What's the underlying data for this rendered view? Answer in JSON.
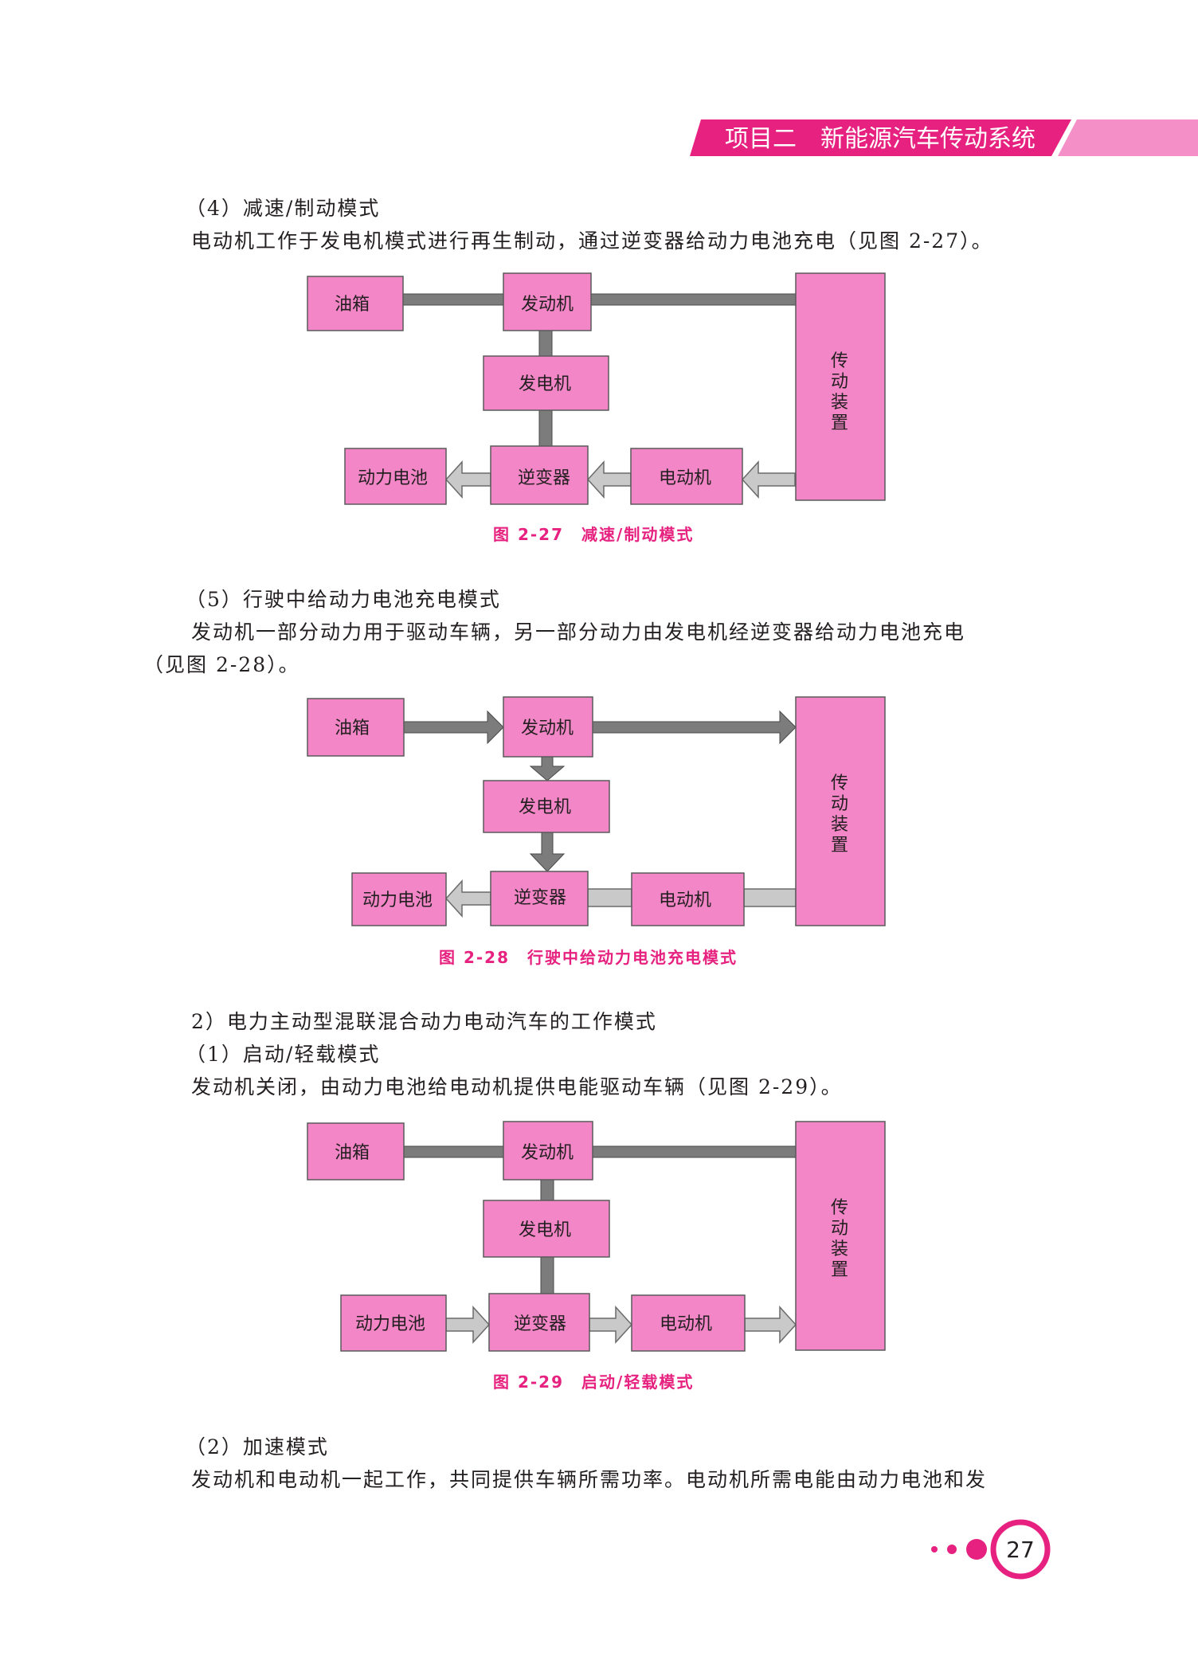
{
  "header": {
    "title": "项目二　新能源汽车传动系统"
  },
  "sections": {
    "s4_heading": "（4）减速/制动模式",
    "s4_text": "电动机工作于发电机模式进行再生制动，通过逆变器给动力电池充电（见图 2-27）。",
    "s5_heading": "（5）行驶中给动力电池充电模式",
    "s5_text_1": "发动机一部分动力用于驱动车辆，另一部分动力由发电机经逆变器给动力电池充电",
    "s5_text_2": "（见图 2-28）。",
    "h2": "2）电力主动型混联混合动力电动汽车的工作模式",
    "s1_heading": "（1）启动/轻载模式",
    "s1_text": "发动机关闭，由动力电池给电动机提供电能驱动车辆（见图 2-29）。",
    "s2_heading": "（2）加速模式",
    "s2_text": "发动机和电动机一起工作，共同提供车辆所需功率。电动机所需电能由动力电池和发"
  },
  "diagram_labels": {
    "fuel_tank": "油箱",
    "engine": "发动机",
    "generator": "发电机",
    "inverter": "逆变器",
    "motor": "电动机",
    "battery": "动力电池",
    "transmission": [
      "传",
      "动",
      "装",
      "置"
    ]
  },
  "figures": {
    "fig27_caption": "图 2-27　减速/制动模式",
    "fig28_caption": "图 2-28　行驶中给动力电池充电模式",
    "fig29_caption": "图 2-29　启动/轻载模式"
  },
  "footer": {
    "page_number": "27"
  },
  "colors": {
    "accent": "#e6217f",
    "box_fill": "#f386c7",
    "light_pink": "#f58fc8"
  }
}
